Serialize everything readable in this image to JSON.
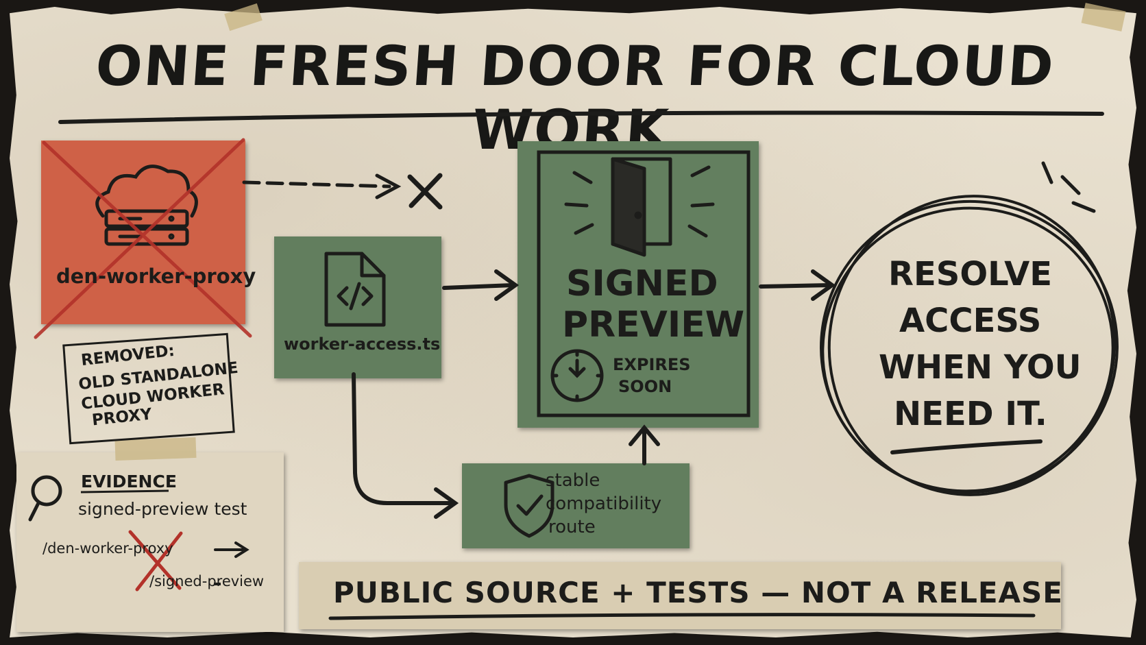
{
  "title": "ONE FRESH DOOR FOR CLOUD WORK",
  "removed_component": {
    "name": "den-worker-proxy",
    "icon": "cloud-server-icon",
    "color": "#cf6147"
  },
  "removed_note": {
    "line1": "REMOVED:",
    "line2": "OLD STANDALONE",
    "line3": "CLOUD WORKER",
    "line4": "PROXY"
  },
  "worker_file": {
    "name": "worker-access.ts",
    "icon": "code-file-icon",
    "color": "#627e5e"
  },
  "signed_preview": {
    "line1": "SIGNED",
    "line2": "PREVIEW",
    "icon": "open-door-icon",
    "expires_line1": "EXPIRES",
    "expires_line2": "SOON",
    "expires_icon": "clock-icon"
  },
  "compat_route": {
    "line1": "stable",
    "line2": "compatibility",
    "line3": "route",
    "icon": "shield-check-icon"
  },
  "resolve": {
    "line1": "RESOLVE",
    "line2": "ACCESS",
    "line3": "WHEN YOU",
    "line4": "NEED IT."
  },
  "evidence": {
    "heading": "EVIDENCE",
    "subtitle": "signed-preview test",
    "old_path": "/den-worker-proxy",
    "new_path": "/signed-preview",
    "icon": "magnifier-icon"
  },
  "banner": "PUBLIC SOURCE + TESTS — NOT A RELEASE"
}
